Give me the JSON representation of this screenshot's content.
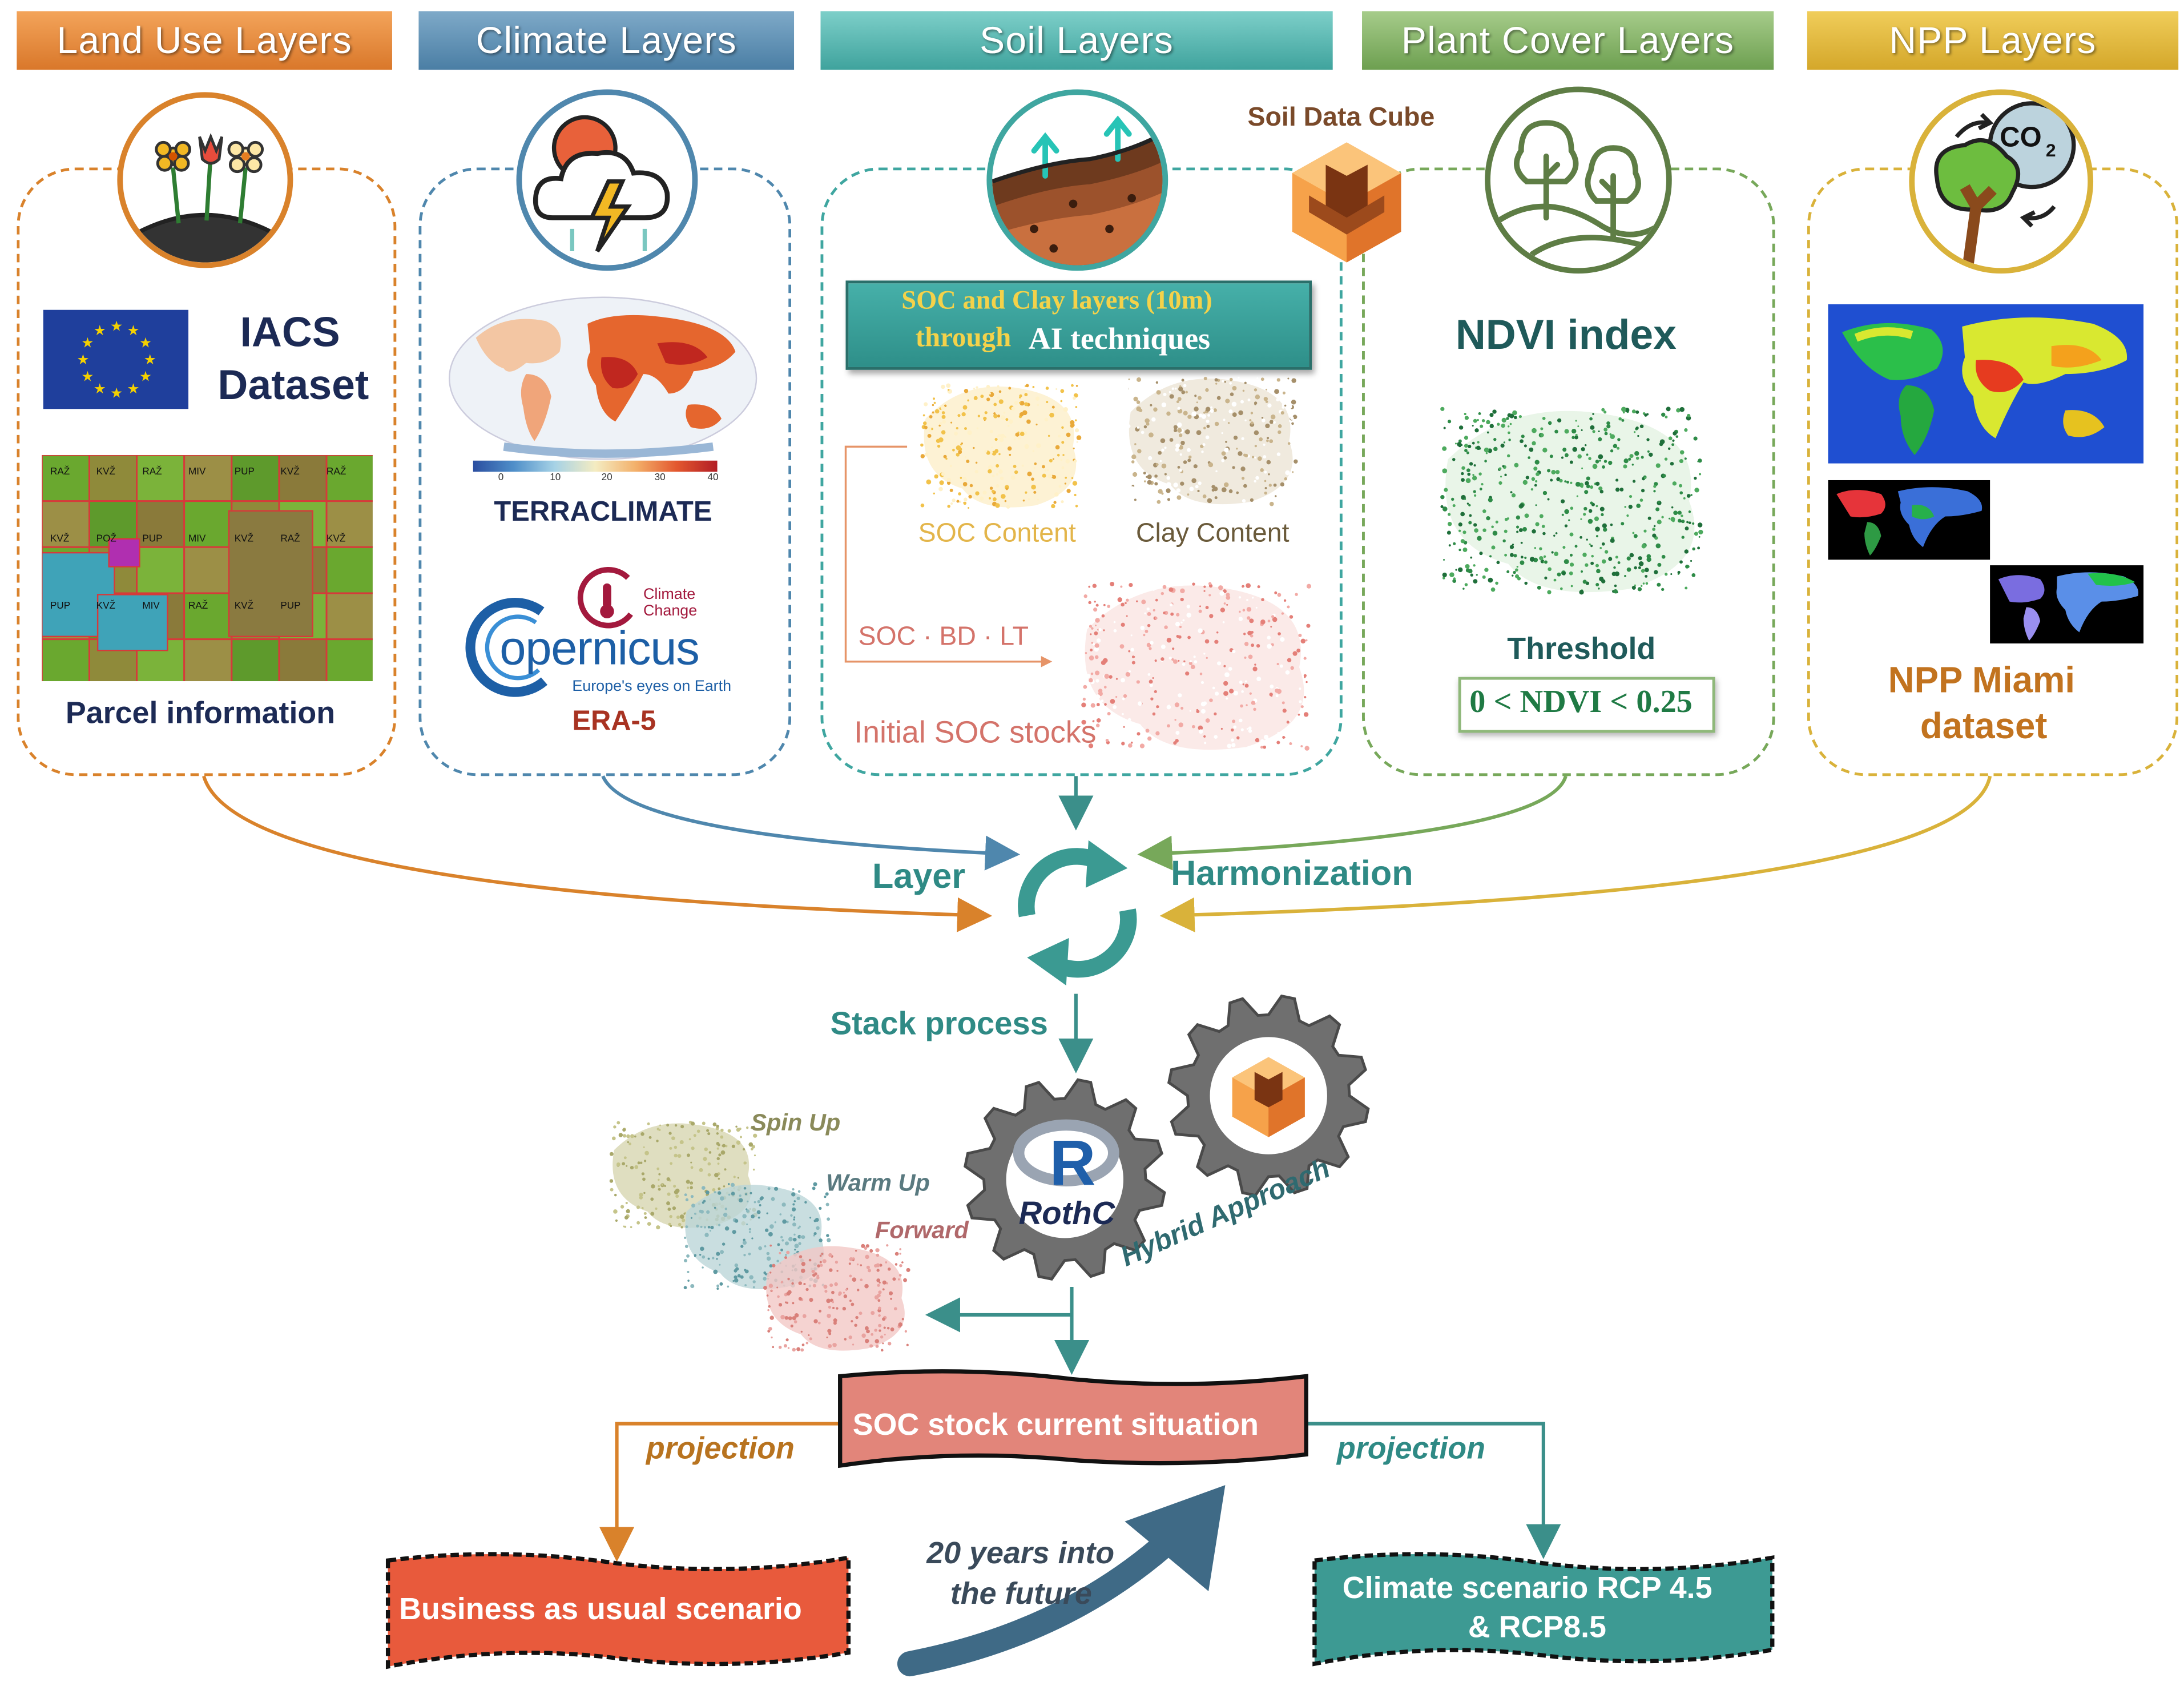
{
  "headers": {
    "land_use": "Land Use Layers",
    "climate": "Climate Layers",
    "soil": "Soil Layers",
    "plant_cover": "Plant Cover Layers",
    "npp": "NPP Layers"
  },
  "land_use": {
    "dataset_line1": "IACS",
    "dataset_line2": "Dataset",
    "map_caption": "Parcel information",
    "parcel_labels": [
      "RAŽ",
      "KVŽ",
      "RAŽ",
      "MIV",
      "PUP",
      "KVŽ",
      "RAŽ",
      "KVŽ",
      "POŽ",
      "PUP",
      "MIV",
      "KVŽ",
      "RAŽ",
      "KVŽ",
      "PUP",
      "KVŽ",
      "MIV",
      "RAŽ",
      "KVŽ",
      "PUP"
    ]
  },
  "climate": {
    "map_caption": "TERRACLIMATE",
    "colorbar_ticks": [
      "0",
      "10",
      "20",
      "30",
      "40"
    ],
    "copernicus_brand": "opernicus",
    "copernicus_tagline": "Europe's eyes on Earth",
    "cc_line1": "Climate",
    "cc_line2": "Change",
    "era5": "ERA-5"
  },
  "soil": {
    "cube_label": "Soil Data Cube",
    "banner_line1": "SOC and Clay layers (10m)",
    "banner_line2a": "through",
    "banner_line2b": "AI techniques",
    "soc_content": "SOC Content",
    "clay_content": "Clay Content",
    "soc_bd_lt": "SOC · BD · LT",
    "initial_stocks": "Initial SOC stocks"
  },
  "plant_cover": {
    "ndvi_title": "NDVI index",
    "threshold_label": "Threshold",
    "threshold_value": "0 < NDVI < 0.25"
  },
  "npp": {
    "co2": "CO",
    "co2_sub": "2",
    "caption_line1": "NPP Miami",
    "caption_line2": "dataset"
  },
  "flow": {
    "layer": "Layer",
    "harmonization": "Harmonization",
    "stack_process": "Stack process",
    "spin_up": "Spin Up",
    "warm_up": "Warm Up",
    "forward": "Forward",
    "r_letter": "R",
    "rothc": "RothC",
    "hybrid": "Hybrid Approach",
    "soc_current": "SOC stock current situation",
    "projection_left": "projection",
    "projection_right": "projection",
    "bau": "Business as usual scenario",
    "future_line1": "20 years into",
    "future_line2": "the future",
    "climate_line1": "Climate scenario RCP 4.5",
    "climate_line2": "& RCP8.5"
  },
  "colors": {
    "land_use": "#d9822b",
    "climate": "#4f87ad",
    "soil": "#3fa6a0",
    "plant_cover": "#77a85a",
    "npp": "#d9b23a",
    "teal_arrow": "#3b8f8a",
    "soc_box": "#e0857a",
    "bau_box": "#e85a3c"
  }
}
